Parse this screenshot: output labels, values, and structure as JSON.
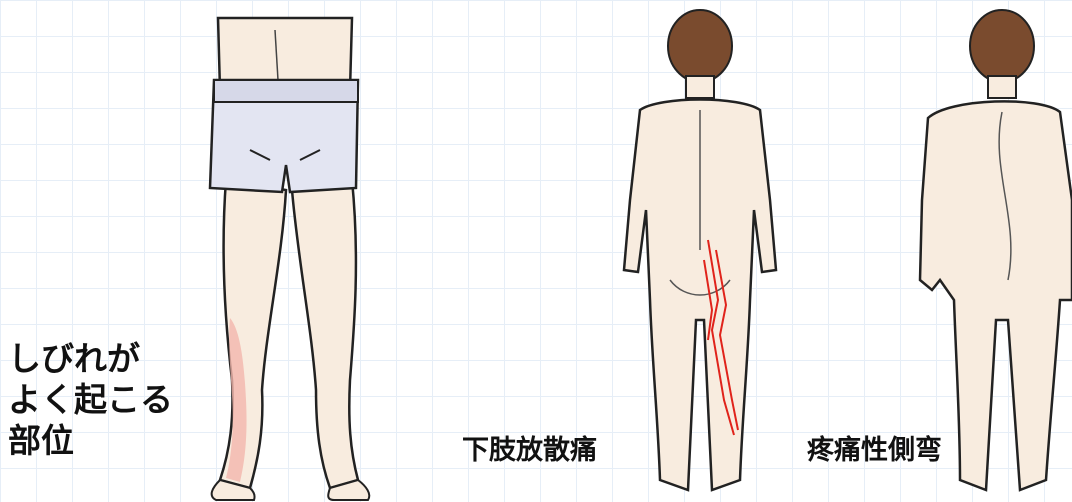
{
  "labels": {
    "numbness_line1": "しびれが",
    "numbness_line2": "よく起こる",
    "numbness_line3": "部位",
    "radiating_pain": "下肢放散痛",
    "painful_scoliosis": "疼痛性側弯"
  },
  "colors": {
    "skin": "#f8ecdf",
    "hair": "#7a4b2e",
    "shorts": "#e3e5f2",
    "numb_area": "#f2b7ad",
    "pain_lines": "#e0231b",
    "outline": "#222222"
  }
}
